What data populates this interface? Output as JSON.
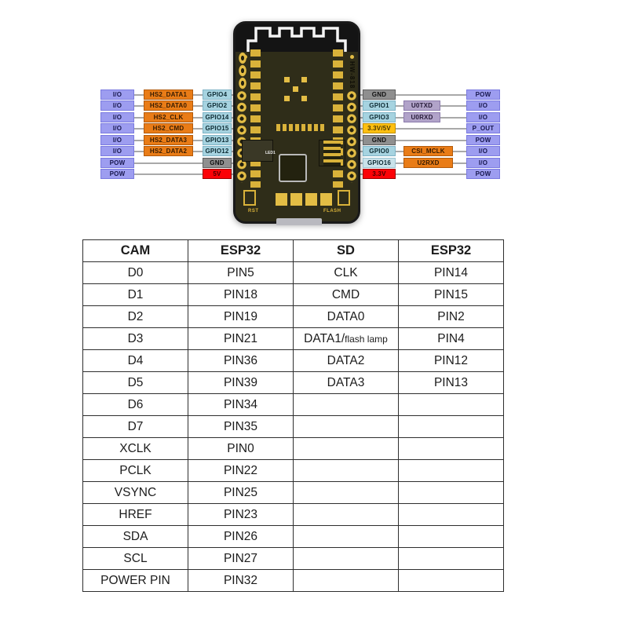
{
  "palette": {
    "io_pow_periwinkle": "#9d9df0",
    "signal_orange": "#e97c17",
    "gpio_teal": "#a6d3e0",
    "gnd_gray": "#8f8f8f",
    "power_red": "#fb0207",
    "power_yellow": "#fec011",
    "uart_purple": "#b1a3c9",
    "wire_gray": "#a9a9a9",
    "pcb_body": "#2f2d19",
    "pcb_pad_gold": "#d9b23a"
  },
  "pinout": {
    "left": [
      {
        "type": "I/O",
        "signal": "HS2_DATA1",
        "gpio": "GPIO4"
      },
      {
        "type": "I/O",
        "signal": "HS2_DATA0",
        "gpio": "GPIO2"
      },
      {
        "type": "I/O",
        "signal": "HS2_CLK",
        "gpio": "GPIO14"
      },
      {
        "type": "I/O",
        "signal": "HS2_CMD",
        "gpio": "GPIO15"
      },
      {
        "type": "I/O",
        "signal": "HS2_DATA3",
        "gpio": "GPIO13"
      },
      {
        "type": "I/O",
        "signal": "HS2_DATA2",
        "gpio": "GPIO12"
      },
      {
        "type": "POW",
        "gpio": "GND"
      },
      {
        "type": "POW",
        "gpio": "5V"
      }
    ],
    "right": [
      {
        "pin": "GND",
        "type": "POW"
      },
      {
        "pin": "GPIO1",
        "signal": "U0TXD",
        "type": "I/O"
      },
      {
        "pin": "GPIO3",
        "signal": "U0RXD",
        "type": "I/O"
      },
      {
        "pin": "3.3V/5V",
        "type": "P_OUT"
      },
      {
        "pin": "GND",
        "type": "POW"
      },
      {
        "pin": "GPIO0",
        "signal": "CSI_MCLK",
        "type": "I/O"
      },
      {
        "pin": "GPIO16",
        "signal": "U2RXD",
        "type": "I/O"
      },
      {
        "pin": "3.3V",
        "type": "POW"
      }
    ],
    "board": {
      "model": "HW-818",
      "led_label": "LED1",
      "rst_label": "RST",
      "flash_label": "FLASH"
    }
  },
  "table": {
    "headers": [
      "CAM",
      "ESP32",
      "SD",
      "ESP32"
    ],
    "flash_note": "flash lamp",
    "rows": [
      [
        "D0",
        "PIN5",
        "CLK",
        "PIN14"
      ],
      [
        "D1",
        "PIN18",
        "CMD",
        "PIN15"
      ],
      [
        "D2",
        "PIN19",
        "DATA0",
        "PIN2"
      ],
      [
        "D3",
        "PIN21",
        "DATA1/",
        "PIN4"
      ],
      [
        "D4",
        "PIN36",
        "DATA2",
        "PIN12"
      ],
      [
        "D5",
        "PIN39",
        "DATA3",
        "PIN13"
      ],
      [
        "D6",
        "PIN34",
        "",
        ""
      ],
      [
        "D7",
        "PIN35",
        "",
        ""
      ],
      [
        "XCLK",
        "PIN0",
        "",
        ""
      ],
      [
        "PCLK",
        "PIN22",
        "",
        ""
      ],
      [
        "VSYNC",
        "PIN25",
        "",
        ""
      ],
      [
        "HREF",
        "PIN23",
        "",
        ""
      ],
      [
        "SDA",
        "PIN26",
        "",
        ""
      ],
      [
        "SCL",
        "PIN27",
        "",
        ""
      ],
      [
        "POWER PIN",
        "PIN32",
        "",
        ""
      ]
    ]
  }
}
